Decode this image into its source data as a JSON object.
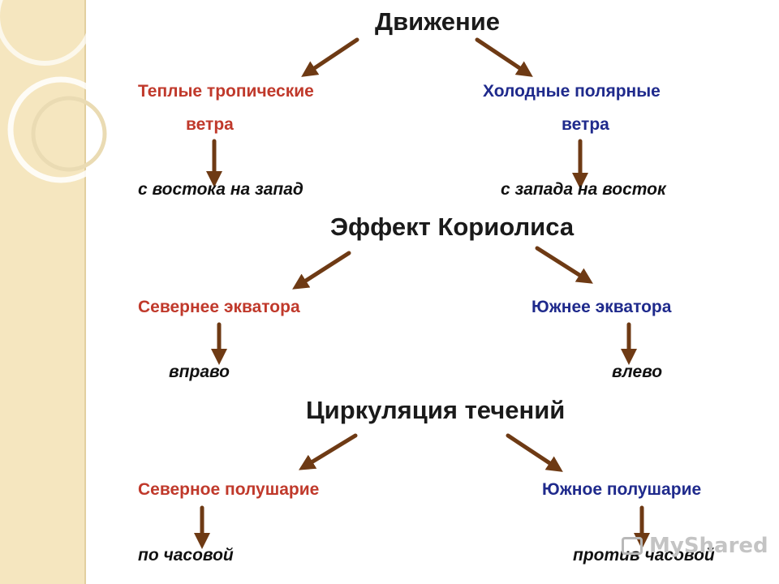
{
  "watermark": "MyShared",
  "colors": {
    "arrow": "#6e3a14",
    "warm": "#c0392b",
    "cold": "#1f2a8c",
    "heading": "#1a1a1a",
    "sidebar": "#f5e6bf"
  },
  "sections": [
    {
      "heading": "Движение",
      "left": {
        "label": "Теплые тропические",
        "label_line2": "ветра",
        "result": "с востока на запад"
      },
      "right": {
        "label": "Холодные полярные",
        "label_line2": "ветра",
        "result": "с запада на восток"
      }
    },
    {
      "heading": "Эффект Кориолиса",
      "left": {
        "label": "Севернее экватора",
        "result": "вправо"
      },
      "right": {
        "label": "Южнее экватора",
        "result": "влево"
      }
    },
    {
      "heading": "Циркуляция течений",
      "left": {
        "label": "Северное полушарие",
        "result": "по часовой"
      },
      "right": {
        "label": "Южное полушарие",
        "result": "против часовой"
      }
    }
  ]
}
